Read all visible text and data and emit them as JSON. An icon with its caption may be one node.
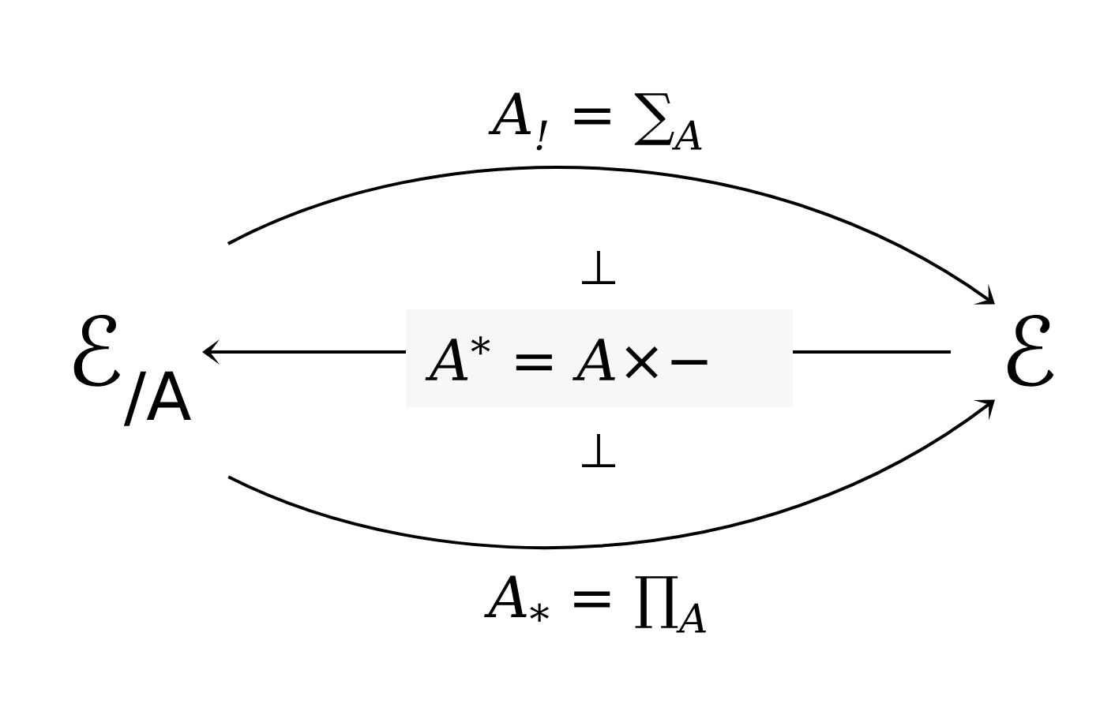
{
  "diagram": {
    "nodes": [
      {
        "text": [
          "ℰ$_{/A}$"
        ]
      },
      {
        "text": [
          "ℰ"
        ]
      }
    ],
    "edges": [
      {
        "from": 0,
        "to": 1,
        "arrow": "to",
        "label": "A$_{!}$ = ∑$_{A}$"
      },
      {
        "from": 1,
        "to": 0,
        "arrow": "to",
        "label": "A$^{*}$ = A×−"
      },
      {
        "from": 0,
        "to": 1,
        "arrow": "to",
        "label": "A$_{*}$ = ∏$_{A}$"
      }
    ],
    "labels": [
      "⊥",
      "⊥"
    ]
  }
}
